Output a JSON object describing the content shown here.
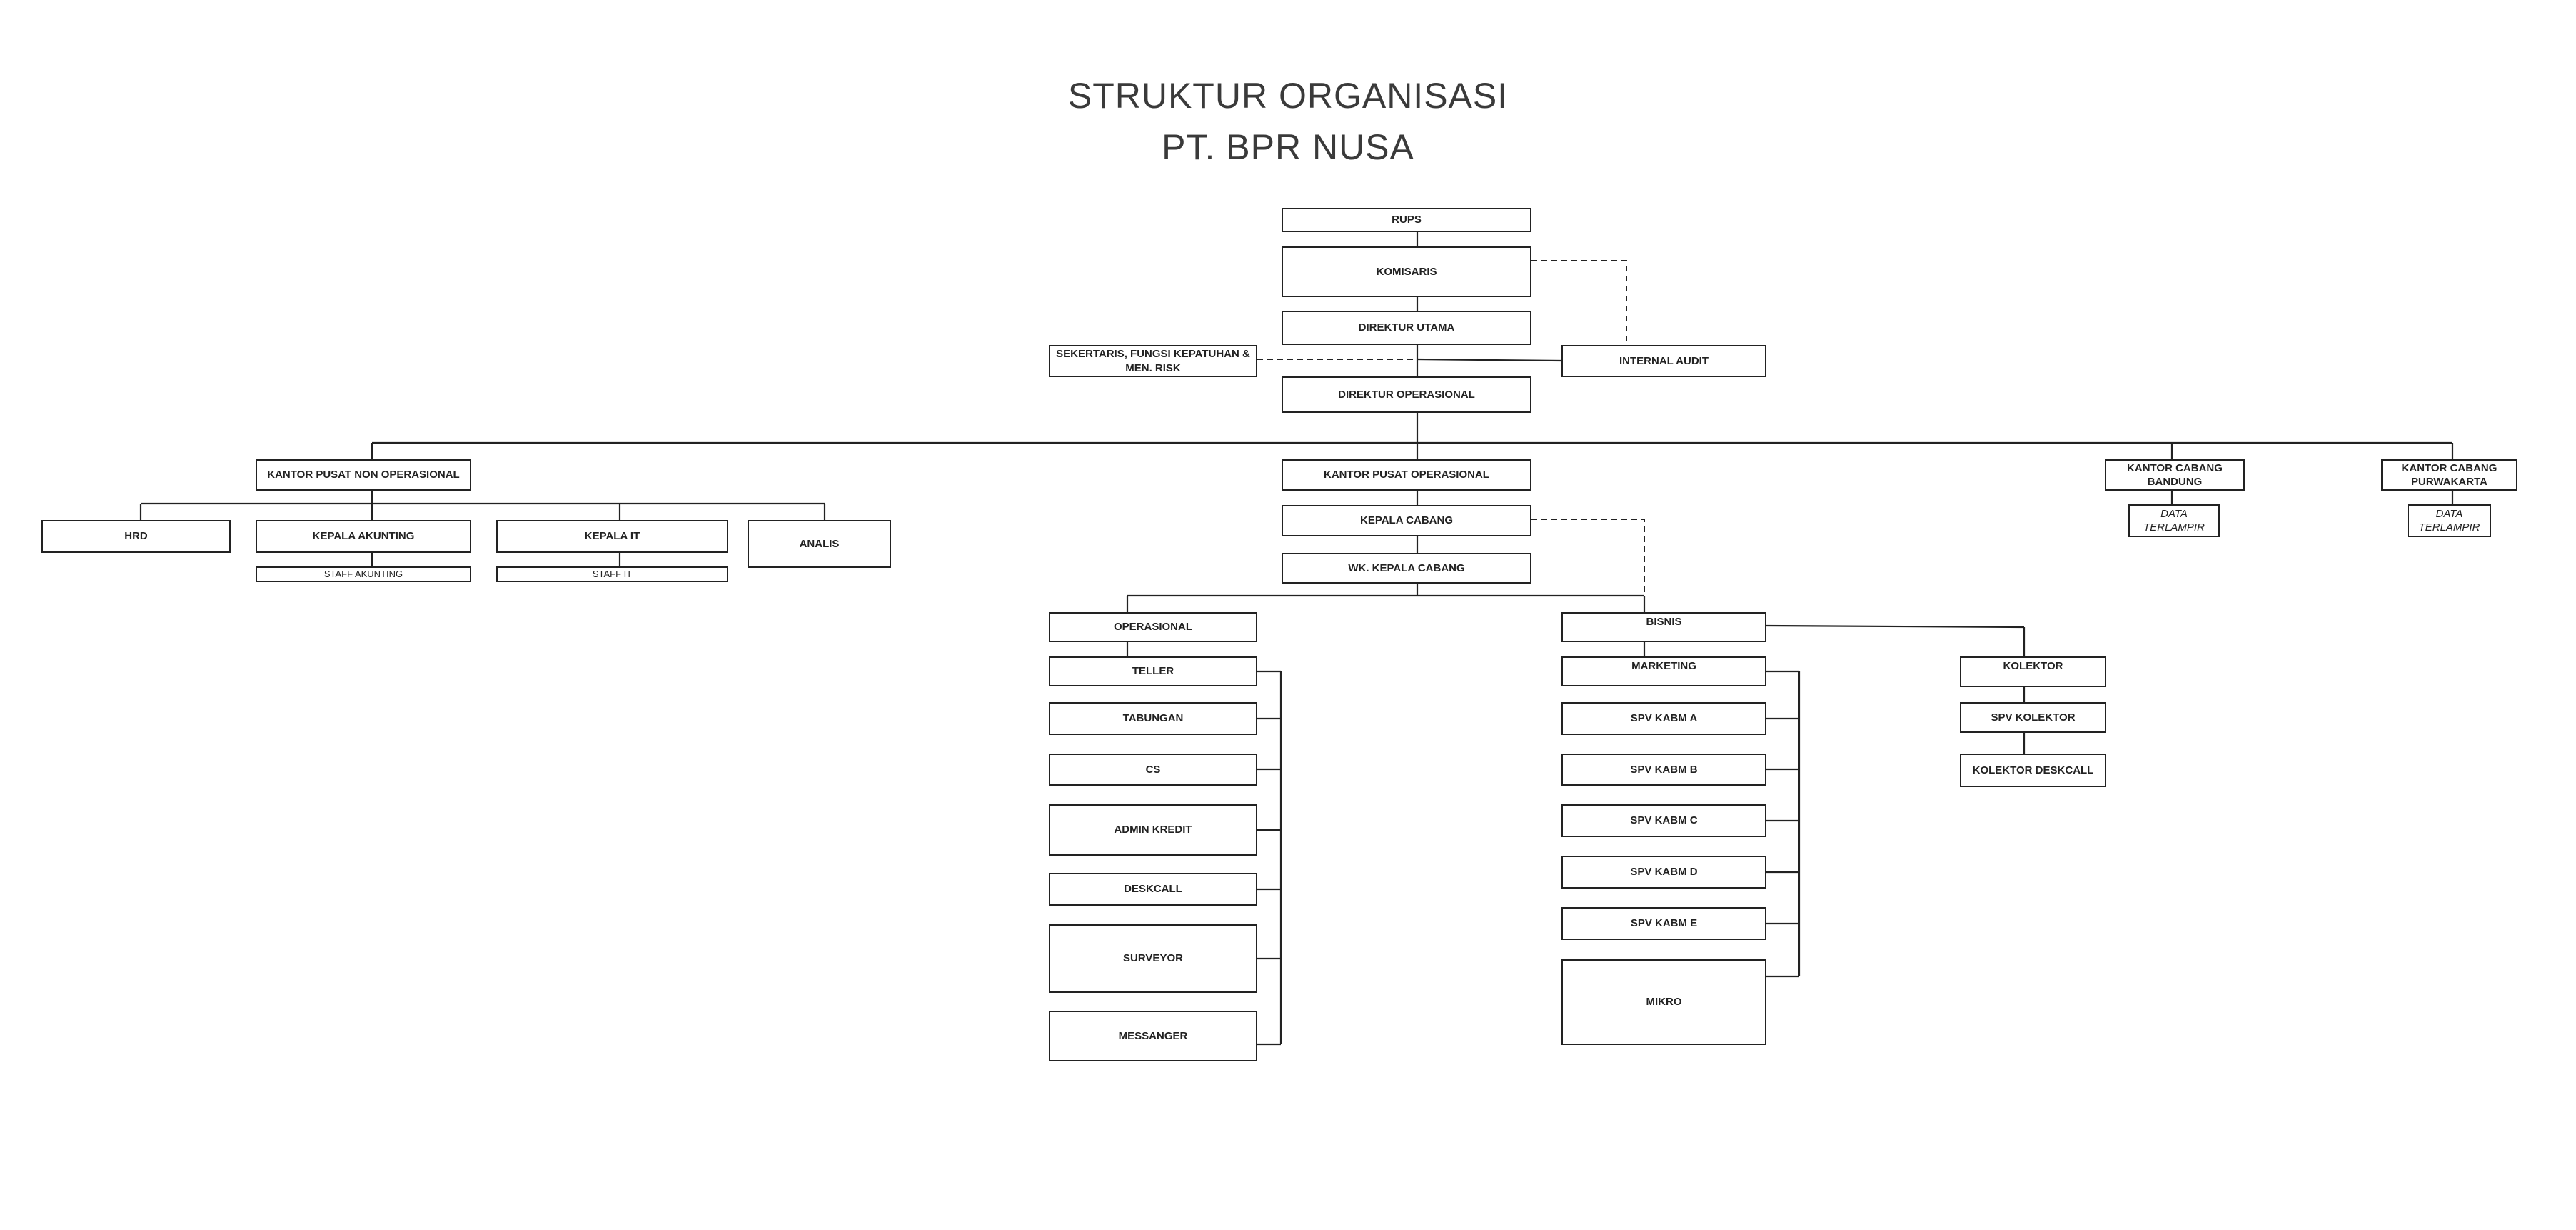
{
  "header": {
    "title_line1": "STRUKTUR ORGANISASI",
    "title_line2": "PT. BPR NUSA"
  },
  "nodes": {
    "rups": "RUPS",
    "komisaris": "KOMISARIS",
    "direktur_utama": "DIREKTUR UTAMA",
    "sekretaris": "SEKERTARIS, FUNGSI KEPATUHAN & MEN. RISK",
    "internal_audit": "INTERNAL AUDIT",
    "direktur_operasional": "DIREKTUR OPERASIONAL",
    "kantor_pusat_non_operasional": "KANTOR PUSAT NON OPERASIONAL",
    "kantor_pusat_operasional": "KANTOR PUSAT OPERASIONAL",
    "kantor_cabang_bandung": "KANTOR CABANG BANDUNG",
    "kantor_cabang_purwakarta": "KANTOR CABANG PURWAKARTA",
    "data_terlampir_bandung": "DATA TERLAMPIR",
    "data_terlampir_purwakarta": "DATA TERLAMPIR",
    "hrd": "HRD",
    "kepala_akunting": "KEPALA AKUNTING",
    "kepala_it": "KEPALA IT",
    "analis": "ANALIS",
    "staff_akunting": "STAFF AKUNTING",
    "staff_it": "STAFF IT",
    "kepala_cabang": "KEPALA CABANG",
    "wk_kepala_cabang": "WK. KEPALA CABANG",
    "operasional": "OPERASIONAL",
    "bisnis": "BISNIS",
    "teller": "TELLER",
    "tabungan": "TABUNGAN",
    "cs": "CS",
    "admin_kredit": "ADMIN KREDIT",
    "deskcall": "DESKCALL",
    "surveyor": "SURVEYOR",
    "messanger": "MESSANGER",
    "marketing": "MARKETING",
    "spv_kabm_a": "SPV KABM A",
    "spv_kabm_b": "SPV KABM B",
    "spv_kabm_c": "SPV KABM C",
    "spv_kabm_d": "SPV KABM D",
    "spv_kabm_e": "SPV KABM E",
    "mikro": "MIKRO",
    "kolektor": "KOLEKTOR",
    "spv_kolektor": "SPV KOLEKTOR",
    "kolektor_deskcall": "KOLEKTOR DESKCALL"
  }
}
